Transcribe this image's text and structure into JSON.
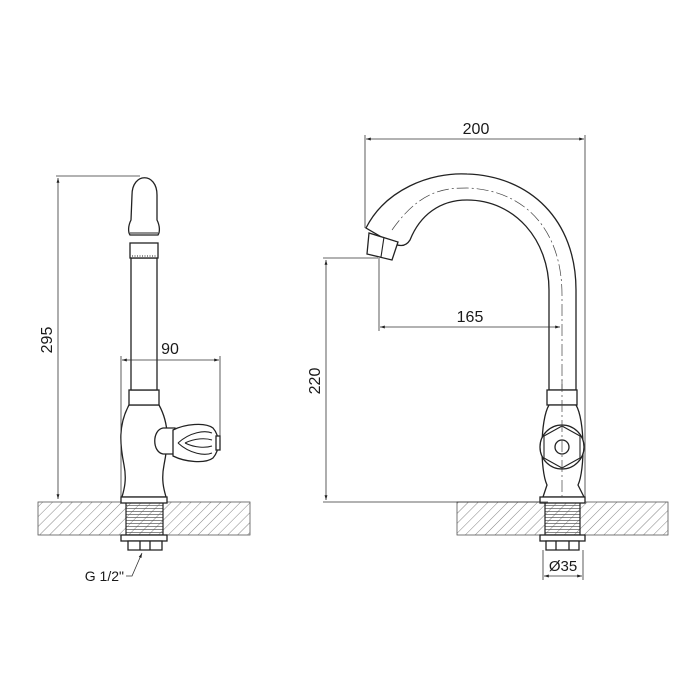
{
  "side_view": {
    "height_label": "295",
    "reach_label": "90",
    "thread_label": "G 1/2\""
  },
  "front_view": {
    "width_label": "200",
    "spout_reach_label": "165",
    "spout_height_label": "220",
    "base_diameter_label": "Ø35"
  },
  "colors": {
    "line": "#222222",
    "background": "#ffffff"
  }
}
